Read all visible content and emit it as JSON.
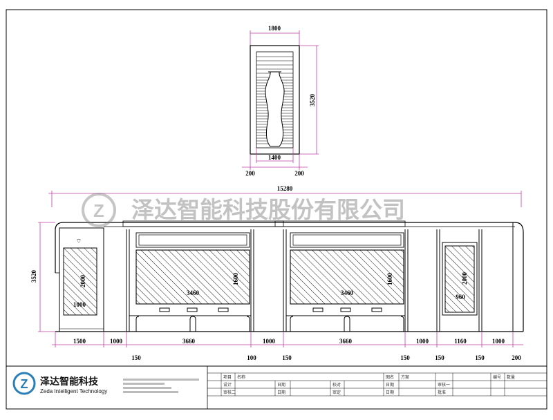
{
  "drawing": {
    "top_view": {
      "width_total": "1800",
      "height_total": "3520",
      "inner_width": "1400",
      "side_left": "200",
      "side_right": "200"
    },
    "elevation": {
      "total_length": "15280",
      "height": "3520",
      "left_screen_h": "2000",
      "left_screen_w": "1000",
      "panel_a_width": "3460",
      "panel_a_height": "1600",
      "panel_b_width": "3460",
      "panel_b_height": "1600",
      "right_screen_h": "2000",
      "right_screen_w": "960",
      "bottom_dims_row1": [
        "1500",
        "1000",
        "3660",
        "1000",
        "3660",
        "1000",
        "1160",
        "1000"
      ],
      "bottom_dims_row2": [
        "150",
        "100",
        "150",
        "150",
        "150",
        "150",
        "200"
      ]
    }
  },
  "watermark": {
    "company_cn": "泽达智能科技股份有限公司"
  },
  "title_block": {
    "logo_cn": "泽达智能科技",
    "logo_en": "Zeda Intelligent Technology",
    "labels_row1": [
      "项目",
      "名称",
      "图名",
      "方案",
      "编号",
      "数量"
    ],
    "labels_row2": [
      "设计",
      "日期",
      "校对",
      "日期",
      "审核一",
      ""
    ],
    "labels_row3": [
      "审核二",
      "日期",
      "审定",
      "日期",
      "批准",
      ""
    ]
  }
}
